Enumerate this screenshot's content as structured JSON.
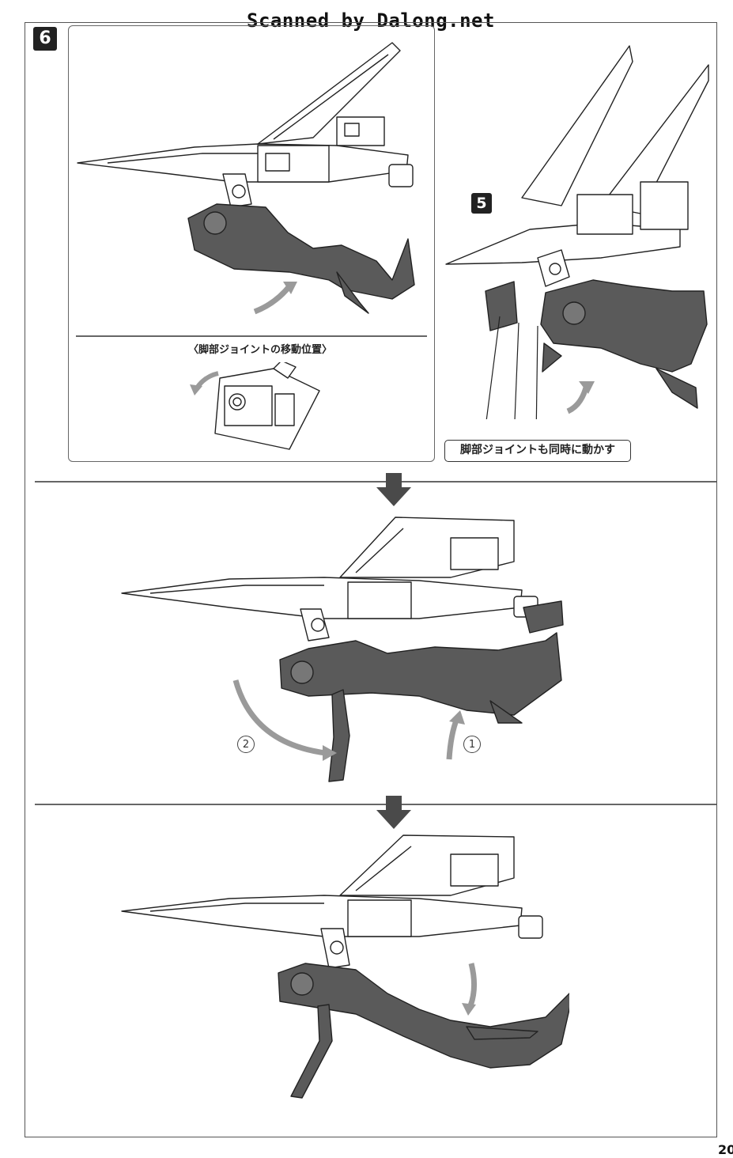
{
  "watermark": "Scanned by Dalong.net",
  "steps": {
    "step6": "6",
    "step5": "5"
  },
  "captions": {
    "joint_position": "〈脚部ジョイントの移動位置〉",
    "joint_move_together": "脚部ジョイントも同時に動かす"
  },
  "order_marks": {
    "first": "1",
    "second": "2"
  },
  "page_number": "20",
  "colors": {
    "ink": "#222222",
    "dark_part": "#555555",
    "arrow_gray": "#9a9a9a",
    "down_arrow": "#4a4a4a"
  },
  "icons": {
    "down_arrow": "arrow-down-icon",
    "curved_arrow": "curved-arrow-icon"
  }
}
